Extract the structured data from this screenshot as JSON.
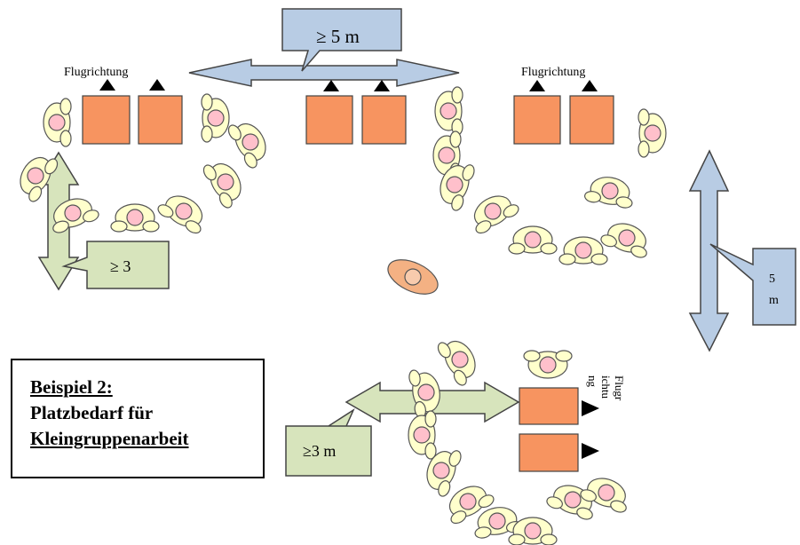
{
  "labels": {
    "flight_direction_left": "Flugrichtung",
    "flight_direction_right": "Flugrichtung",
    "dist_top": "≥ 5 m",
    "dist_left": "≥ 3",
    "dist_right_line1": "5",
    "dist_right_line2": "m",
    "dist_bottom": "≥3 m",
    "vertical_flight_line1": "Flugr",
    "vertical_flight_line2": "ichtu",
    "vertical_flight_line3": "ng"
  },
  "caption": {
    "line1": "Beispiel 2:",
    "line2": "Platzbedarf für",
    "line3": "Kleingruppenarbeit"
  },
  "colors": {
    "box": "#f79460",
    "person_body": "#ffffcc",
    "person_head": "#ffc0cb",
    "teacher_body": "#f4b183",
    "arrow_blue": "#b8cce4",
    "arrow_green": "#d7e4bc",
    "outline": "#333333"
  }
}
